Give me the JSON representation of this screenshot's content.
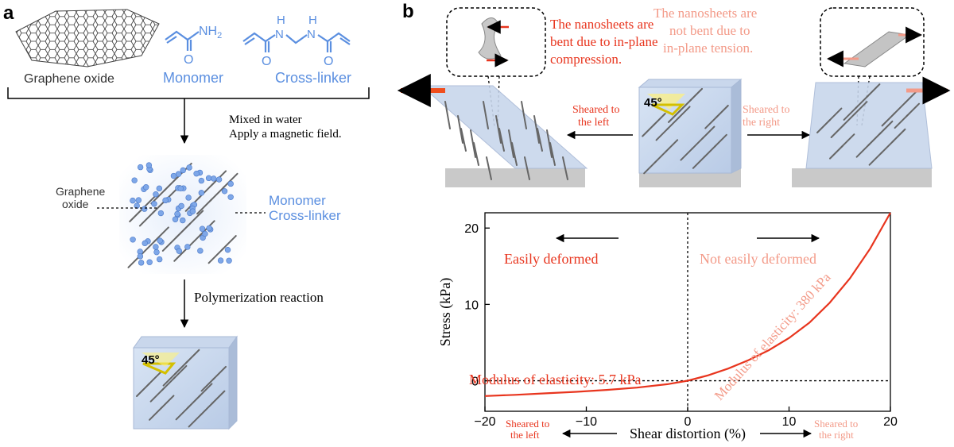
{
  "panel_a": {
    "label": "a",
    "go_label": "Graphene oxide",
    "monomer_label": "Monomer",
    "crosslinker_label": "Cross-linker",
    "nh2": "NH",
    "nh2_sub": "2",
    "o": "O",
    "h": "H",
    "n": "N",
    "mix_line1": "Mixed in water",
    "mix_line2": "Apply a magnetic field.",
    "go_side1": "Graphene",
    "go_side2": "oxide",
    "mono_side1": "Monomer",
    "mono_side2": "Cross-linker",
    "poly_label": "Polymerization reaction",
    "angle": "45°"
  },
  "panel_b": {
    "label": "b",
    "bent_line1": "The nanosheets are",
    "bent_line2": "bent due to in-plane",
    "bent_line3": "compression.",
    "notbent_line1": "The nanosheets are",
    "notbent_line2": "not bent due to",
    "notbent_line3": "in-plane tension.",
    "shear_left1": "Sheared to",
    "shear_left2": "the left",
    "shear_right1": "Sheared to",
    "shear_right2": "the right",
    "angle": "45°",
    "colors": {
      "accent": "#e8351e",
      "light_accent": "#f39a88",
      "monomer": "#5b8fe0"
    }
  },
  "chart_data": {
    "type": "line",
    "xlabel": "Shear distortion (%)",
    "ylabel": "Stress (kPa)",
    "xlim": [
      -20,
      20
    ],
    "ylim": [
      -4,
      22
    ],
    "xticks": [
      -20,
      -10,
      0,
      10,
      20
    ],
    "xtick_labels": [
      "−20",
      "−10",
      "0",
      "10",
      "20"
    ],
    "yticks": [
      0,
      10,
      20
    ],
    "ytick_labels": [
      "0",
      "10",
      "20"
    ],
    "x": [
      -20,
      -17,
      -14,
      -11,
      -8,
      -5,
      -2,
      0,
      2,
      4,
      6,
      8,
      10,
      12,
      14,
      16,
      18,
      20
    ],
    "y": [
      -2.0,
      -1.85,
      -1.65,
      -1.45,
      -1.2,
      -0.9,
      -0.45,
      0,
      0.7,
      1.6,
      2.7,
      4.0,
      5.6,
      7.6,
      10.2,
      13.4,
      17.3,
      22.0
    ],
    "annotations": {
      "left_modulus": "Modulus of elasticity: 5.7 kPa",
      "right_modulus": "Modulus of elasticity: 380 kPa",
      "easily": "Easily deformed",
      "not_easily": "Not easily deformed",
      "left_arrow1": "Sheared to",
      "left_arrow2": "the left",
      "right_arrow1": "Sheared to",
      "right_arrow2": "the right"
    }
  }
}
